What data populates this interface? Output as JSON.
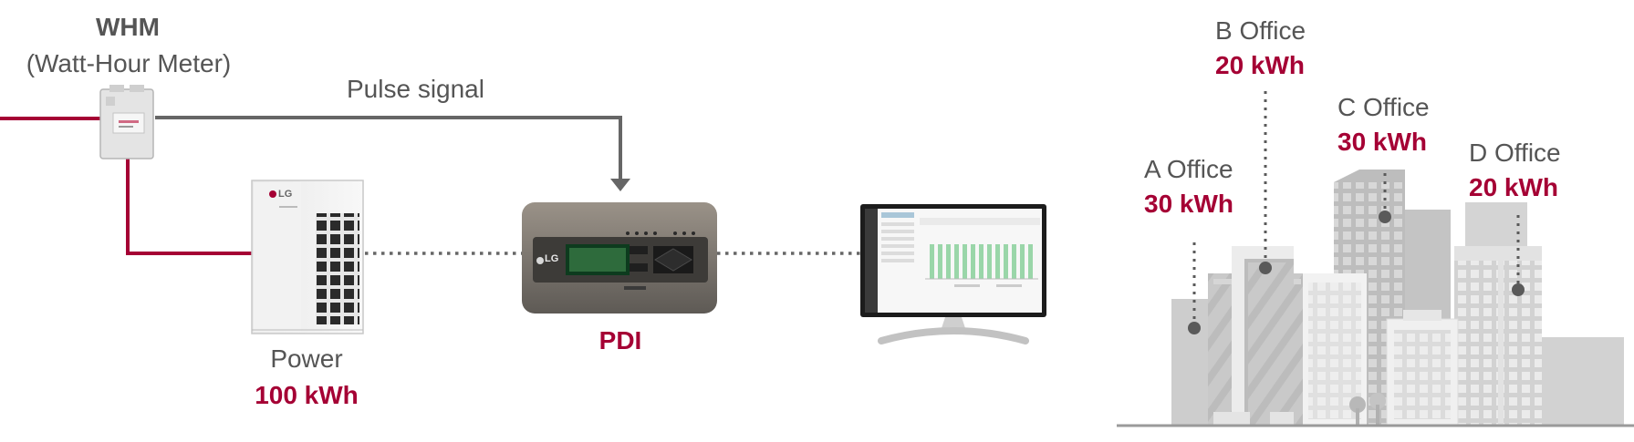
{
  "colors": {
    "accent": "#a50034",
    "signal_line": "#666666",
    "text": "#555555",
    "building": "#c8c8c8"
  },
  "meter": {
    "title": "WHM",
    "subtitle": "(Watt-Hour Meter)",
    "icon": "watt-hour-meter-icon"
  },
  "signal": {
    "label": "Pulse signal"
  },
  "outdoor_unit": {
    "brand": "LG",
    "label": "Power",
    "value": "100 kWh",
    "icon": "hvac-outdoor-unit-icon"
  },
  "pdi": {
    "brand": "LG",
    "label": "PDI",
    "icon": "pdi-controller-icon"
  },
  "monitor": {
    "icon": "monitor-icon"
  },
  "offices": [
    {
      "name": "A Office",
      "value": "30 kWh"
    },
    {
      "name": "B Office",
      "value": "20 kWh"
    },
    {
      "name": "C Office",
      "value": "30 kWh"
    },
    {
      "name": "D Office",
      "value": "20 kWh"
    }
  ],
  "buildings": {
    "icon": "office-buildings-icon"
  }
}
